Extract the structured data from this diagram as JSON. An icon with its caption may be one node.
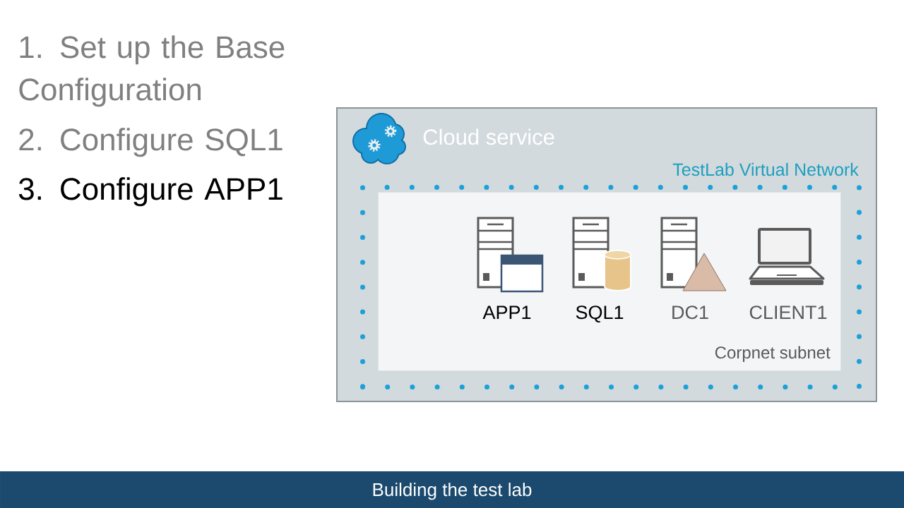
{
  "diagram": {
    "caption": "Building the test lab",
    "nodes": [
      {
        "text": [
          "Cloud service"
        ]
      },
      {
        "text": [
          "TestLab Virtual Network"
        ],
        "in": 0
      },
      {
        "text": [
          "Corpnet subnet"
        ],
        "in": 1
      },
      {
        "text": [
          "APP1"
        ],
        "in": 2
      },
      {
        "text": [
          "SQL1"
        ],
        "in": 2
      },
      {
        "text": [
          "DC1"
        ],
        "in": 2
      },
      {
        "text": [
          "CLIENT1"
        ],
        "in": 2
      }
    ],
    "labels": [
      "1. Set up the Base Configuration",
      "2. Configure SQL1",
      "3. Configure APP1"
    ]
  }
}
